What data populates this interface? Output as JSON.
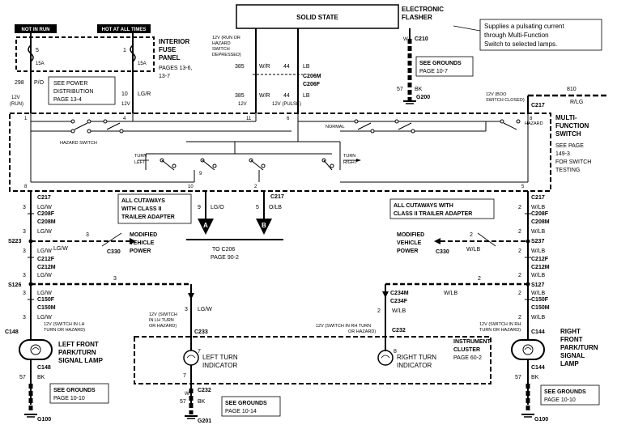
{
  "header": {
    "solid_state": "SOLID STATE",
    "electronic": "ELECTRONIC",
    "flasher": "FLASHER",
    "callout": [
      "Supplies a pulsating current",
      "through Multi-Function",
      "Switch to selected lamps."
    ]
  },
  "fuse_panel": {
    "not_in_run": "NOT IN RUN",
    "hot_at_all_times": "HOT AT ALL TIMES",
    "title": [
      "INTERIOR",
      "FUSE",
      "PANEL"
    ],
    "pages": [
      "PAGES 13-6,",
      "13-7"
    ],
    "fuse1_num": "5",
    "fuse1_amp": "15A",
    "fuse2_num": "1",
    "fuse2_amp": "15A",
    "power_dist": [
      "SEE POWER",
      "DISTRIBUTION",
      "PAGE 13-4"
    ]
  },
  "wires_top": {
    "w298_num": "298",
    "w298_color": "P/O",
    "w10_num": "10",
    "w10_color": "LG/R",
    "v12_run": [
      "12V",
      "(RUN)"
    ],
    "v12": "12V",
    "hazard_note": [
      "12V (RUN OR",
      "HAZARD",
      "SWITCH",
      "DEPRESSED)"
    ],
    "w385_num": "385",
    "w385_color": "W/R",
    "w44_num": "44",
    "w44_color": "LB",
    "c206m": "C206M",
    "c206f": "C206F",
    "pulse_note": "12V (PULSE)",
    "w57_num": "57",
    "w57_color": "BK",
    "w_label": "W",
    "c210": "C210",
    "see_grounds": [
      "SEE GROUNDS",
      "PAGE 10-7"
    ],
    "g200": "G200",
    "boo_note": [
      "12V (BOO",
      "SWITCH CLOSED)"
    ],
    "w810_num": "810",
    "w810_color": "R/LG",
    "c217": "C217"
  },
  "mfs": {
    "title": [
      "MULTI-",
      "FUNCTION",
      "SWITCH"
    ],
    "see_page": [
      "SEE PAGE",
      "149-3",
      "FOR SWITCH",
      "TESTING"
    ],
    "hazard_switch": "HAZARD SWITCH",
    "normal": "NORMAL",
    "hazard": "HAZARD",
    "turn_left": [
      "TURN",
      "LEFT"
    ],
    "turn_right": [
      "TURN",
      "RIGHT"
    ],
    "pins": [
      "1",
      "4",
      "11",
      "6",
      "8",
      "9",
      "10",
      "2",
      "5"
    ]
  },
  "left_side": {
    "c217": "C217",
    "lgw_1": "LG/W",
    "c208f": "C208F",
    "c208m": "C208M",
    "num3": "3",
    "s223": "S223",
    "lgw_2": "LG/W",
    "c212f": "C212F",
    "c212m": "C212M",
    "s126": "S126",
    "c150f": "C150F",
    "c150m": "C150M",
    "c148": "C148",
    "lh_note": [
      "12V (SWITCH IN LH",
      "TURN OR HAZARD)"
    ],
    "lamp": [
      "LEFT FRONT",
      "PARK/TURN",
      "SIGNAL LAMP"
    ],
    "c148b": "C148",
    "w57": "57",
    "bk": "BK",
    "grounds": [
      "SEE GROUNDS",
      "PAGE 10-10"
    ],
    "g100": "G100",
    "mod_power": [
      "MODIFIED",
      "VEHICLE",
      "POWER"
    ],
    "c330": "C330",
    "cutaways": [
      "ALL CUTAWAYS",
      "WITH CLASS II",
      "TRAILER ADAPTER"
    ]
  },
  "middle": {
    "w9_num": "9",
    "w9_color": "LG/O",
    "w5_num": "5",
    "w5_color": "O/LB",
    "c217": "C217",
    "conn_a": "A",
    "conn_b": "B",
    "to_c206": [
      "TO C206",
      "PAGE 90-2"
    ],
    "lg_w": "LG/W",
    "c233": "C233",
    "lh_note": [
      "12V (SWITCH",
      "IN LH TURN",
      "OR HAZARD)"
    ],
    "rh_note": [
      "12V (SWITCH IN RH TURN",
      "OR HAZARD)"
    ],
    "w2": "2",
    "wlb": "W/LB",
    "c234m": "C234M",
    "c234f": "C234F",
    "c232": "C232",
    "left_ind": [
      "LEFT TURN",
      "INDICATOR"
    ],
    "right_ind": [
      "RIGHT TURN",
      "INDICATOR"
    ],
    "cluster": [
      "INSTRUMENT",
      "CLUSTER",
      "PAGE 60-2"
    ],
    "c232b": "C232",
    "w57": "57",
    "bk": "BK",
    "grounds": [
      "SEE GROUNDS",
      "PAGE 10-14"
    ],
    "g201": "G201",
    "pin7": "7",
    "pin8": "8"
  },
  "right_side": {
    "c217": "C217",
    "w2": "2",
    "wlb": "W/LB",
    "c208f": "C208F",
    "c208m": "C208M",
    "s237": "S237",
    "c212f": "C212F",
    "c212m": "C212M",
    "s127": "S127",
    "c150f": "C150F",
    "c150m": "C150M",
    "c144": "C144",
    "rh_note": [
      "12V (SWITCH IN RH",
      "TURN OR HAZARD)"
    ],
    "lamp": [
      "RIGHT",
      "FRONT",
      "PARK/TURN",
      "SIGNAL",
      "LAMP"
    ],
    "c144b": "C144",
    "w57": "57",
    "bk": "BK",
    "grounds": [
      "SEE GROUNDS",
      "PAGE 10-10"
    ],
    "g100": "G100",
    "mod_power": [
      "MODIFIED",
      "VEHICLE",
      "POWER"
    ],
    "c330": "C330",
    "cutaways": [
      "ALL CUTAWAYS WITH",
      "CLASS II TRAILER ADAPTER"
    ]
  }
}
